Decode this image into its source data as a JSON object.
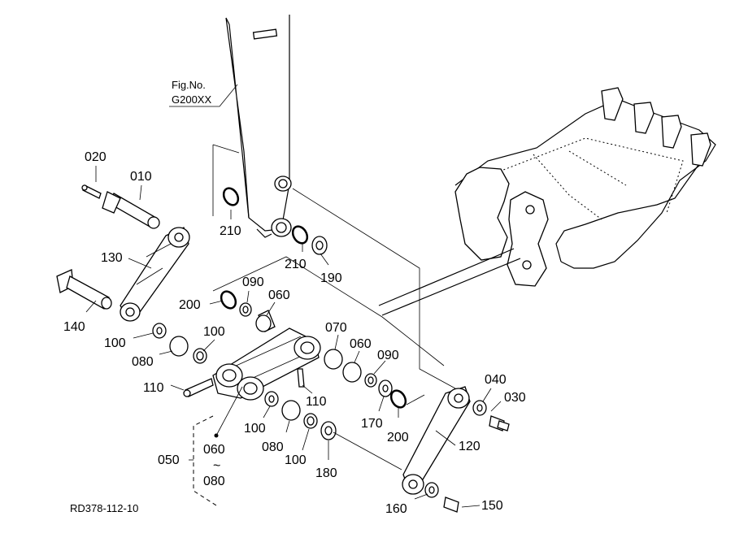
{
  "figure": {
    "fig_ref_line1": "Fig.No.",
    "fig_ref_line2": "G200XX",
    "drawing_code": "RD378-112-10",
    "range_tilde": "~"
  },
  "callouts": {
    "c020": "020",
    "c010": "010",
    "c130": "130",
    "c140": "140",
    "c210a": "210",
    "c210b": "210",
    "c190": "190",
    "c200a": "200",
    "c090a": "090",
    "c060a": "060",
    "c100a": "100",
    "c080a": "080",
    "c100b": "100",
    "c110a": "110",
    "c110b": "110",
    "c070": "070",
    "c060b": "060",
    "c090b": "090",
    "c170": "170",
    "c200b": "200",
    "c040": "040",
    "c030": "030",
    "c120": "120",
    "c100c": "100",
    "c080b": "080",
    "c100d": "100",
    "c180": "180",
    "c060c": "060",
    "c080c": "080",
    "c050": "050",
    "c160": "160",
    "c150": "150"
  }
}
